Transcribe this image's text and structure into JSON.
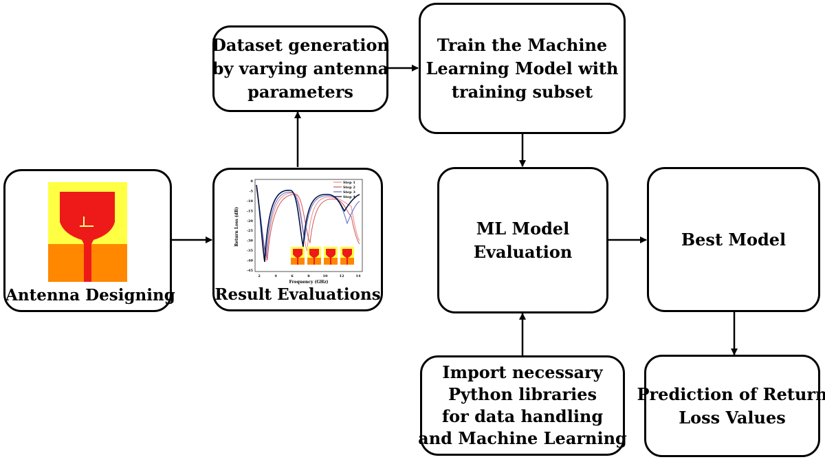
{
  "nodes": {
    "antenna_designing": {
      "label": "Antenna Designing"
    },
    "result_evaluations": {
      "label": "Result Evaluations",
      "plot": {
        "ylabel": "Return Loss (dB)",
        "xlabel": "Frequency (GHz)",
        "legend": [
          "Step 1",
          "Step 2",
          "Step 3",
          "Step 4"
        ],
        "x_ticks": [
          "2",
          "4",
          "6",
          "8",
          "10",
          "12",
          "14"
        ],
        "y_ticks": [
          "0",
          "-5",
          "-10",
          "-15",
          "-20",
          "-25",
          "-30",
          "-35",
          "-40",
          "-45"
        ]
      }
    },
    "dataset_generation": {
      "lines": [
        "Dataset generation",
        "by varying antenna",
        "parameters"
      ]
    },
    "train_model": {
      "lines": [
        "Train the Machine",
        "Learning Model with",
        "training subset"
      ]
    },
    "ml_model_evaluation": {
      "lines": [
        "ML Model",
        "Evaluation"
      ]
    },
    "best_model": {
      "lines": [
        "Best Model"
      ]
    },
    "import_libraries": {
      "lines": [
        "Import necessary",
        "Python libraries",
        "for data handling",
        "and Machine Learning"
      ]
    },
    "prediction": {
      "lines": [
        "Prediction of Return",
        "Loss Values"
      ]
    }
  },
  "colors": {
    "antenna_background": "#ffff44",
    "antenna_patch": "#ee1a1a",
    "antenna_ground": "#ff8800",
    "border": "#000000",
    "arrow": "#000000"
  }
}
